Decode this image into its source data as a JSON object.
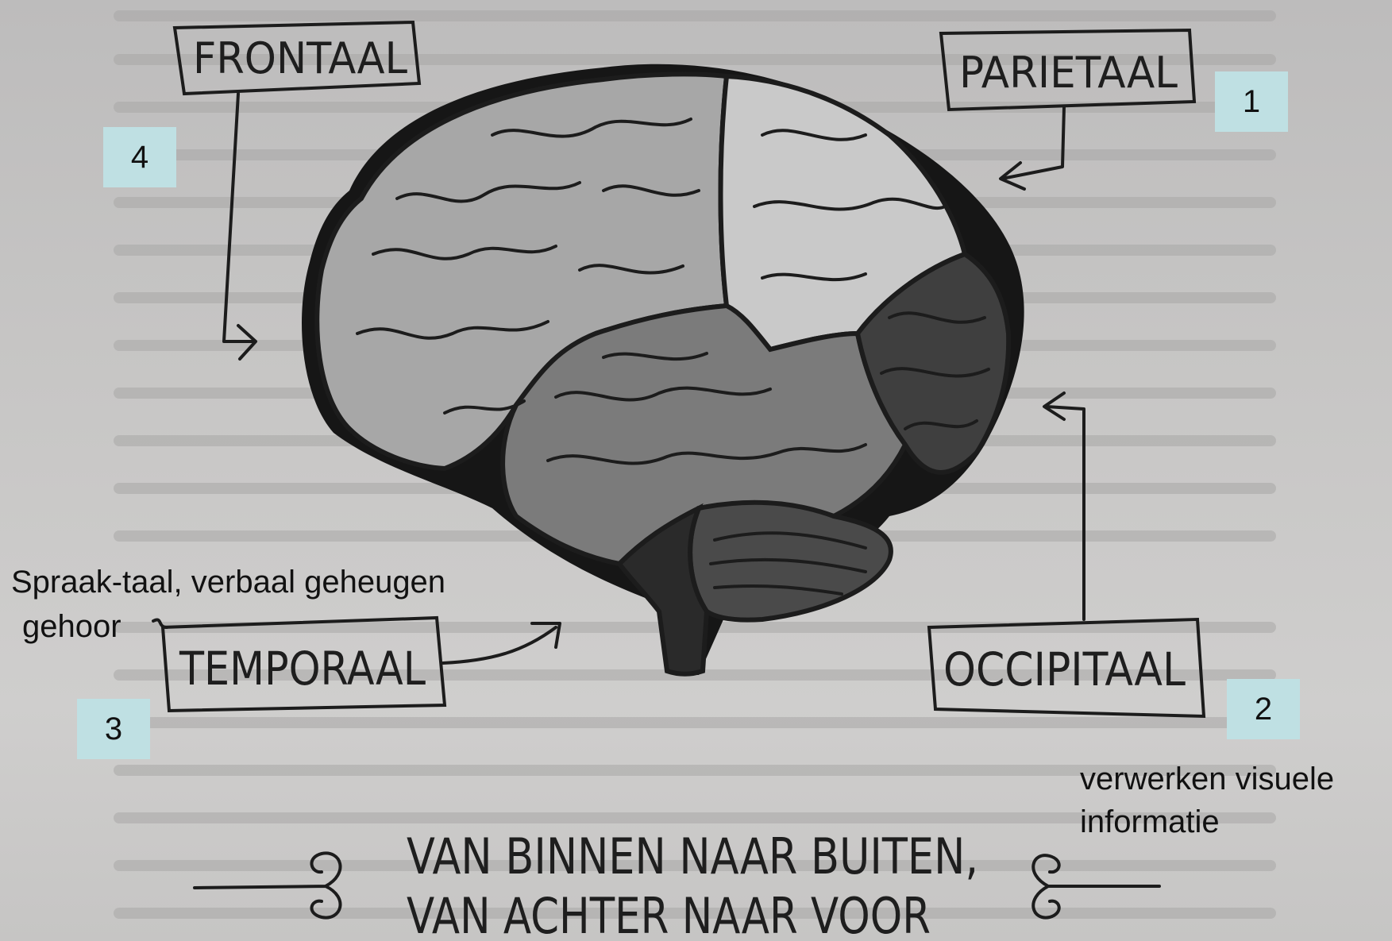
{
  "lobes": {
    "frontal": "FRONTAAL",
    "parietal": "PARIETAAL",
    "temporal": "TEMPORAAL",
    "occipital": "OCCIPITAAL"
  },
  "numbers": {
    "parietal": "1",
    "occipital": "2",
    "temporal": "3",
    "frontal": "4"
  },
  "notes": {
    "temporal_line1": "Spraak-taal, verbaal geheugen",
    "temporal_line2": "gehoor",
    "occipital_line1": "verwerken visuele",
    "occipital_line2": "informatie"
  },
  "caption": {
    "line1": "VAN BINNEN NAAR BUITEN,",
    "line2": "VAN ACHTER NAAR VOOR"
  },
  "colors": {
    "frontal_shade": "#a7a7a7",
    "parietal_shade": "#c9c9c9",
    "temporal_shade": "#7b7b7b",
    "occipital_shade": "#3f3f3f",
    "cerebellum_shade": "#4a4a4a",
    "outline": "#1c1c1c",
    "number_box": "#bfe0e3"
  }
}
